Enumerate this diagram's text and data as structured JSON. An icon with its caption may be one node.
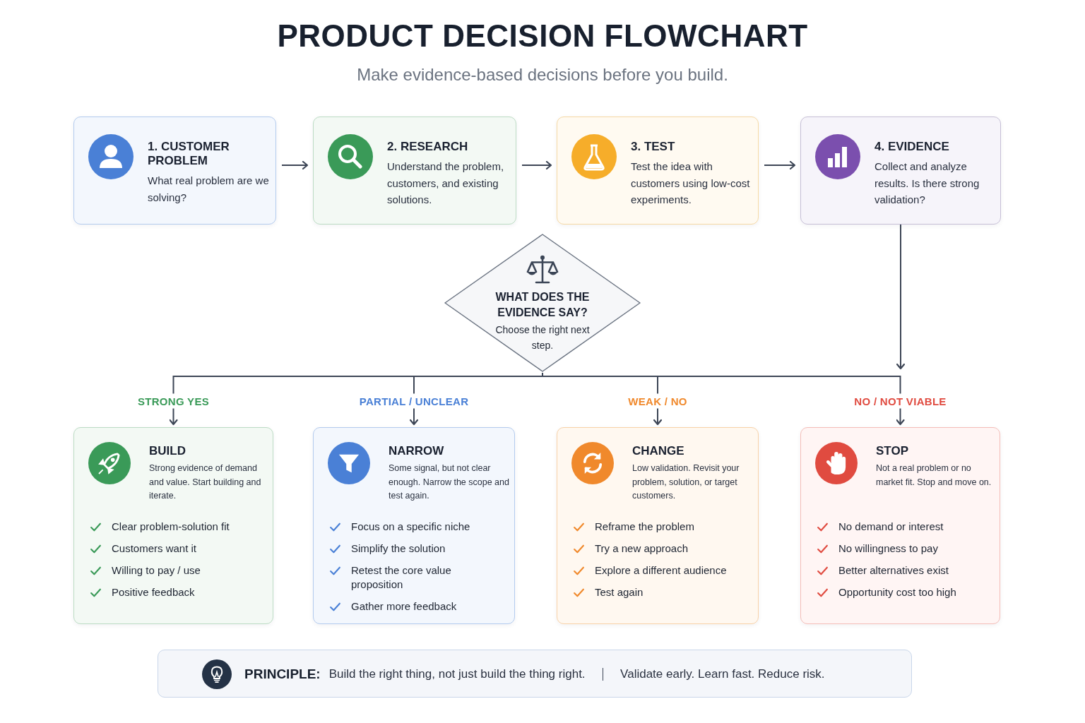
{
  "diagram": {
    "title": "PRODUCT DECISION FLOWCHART",
    "caption": "Make evidence-based decisions before you build.",
    "nodes": [
      {
        "text": [
          "1. CUSTOMER PROBLEM",
          "What real problem are we solving?"
        ]
      },
      {
        "text": [
          "2. RESEARCH",
          "Understand the problem, customers, and existing solutions."
        ]
      },
      {
        "text": [
          "3. TEST",
          "Test the idea with customers using low-cost experiments."
        ]
      },
      {
        "text": [
          "4. EVIDENCE",
          "Collect and analyze results. Is there strong validation?"
        ]
      },
      {
        "text": [
          "WHAT DOES THE EVIDENCE SAY?",
          "Choose the right next step."
        ]
      },
      {
        "text": [
          "BUILD",
          "Strong evidence of demand and value. Start building and iterate.",
          "Clear problem-solution fit",
          "Customers want it",
          "Willing to pay / use",
          "Positive feedback"
        ]
      },
      {
        "text": [
          "NARROW",
          "Some signal, but not clear enough. Narrow the scope and test again.",
          "Focus on a specific niche",
          "Simplify the solution",
          "Retest the core value proposition",
          "Gather more feedback"
        ]
      },
      {
        "text": [
          "CHANGE",
          "Low validation. Revisit your problem, solution, or target customers.",
          "Reframe the problem",
          "Try a new approach",
          "Explore a different audience",
          "Test again"
        ]
      },
      {
        "text": [
          "STOP",
          "Not a real problem or no market fit. Stop and move on.",
          "No demand or interest",
          "No willingness to pay",
          "Better alternatives exist",
          "Opportunity cost too high"
        ]
      },
      {
        "text": [
          "PRINCIPLE:",
          "Build the right thing, not just build the thing right.",
          "Validate early. Learn fast. Reduce risk."
        ]
      }
    ],
    "edges": [
      {
        "from": 0,
        "to": 1,
        "arrow": "to"
      },
      {
        "from": 1,
        "to": 2,
        "arrow": "to"
      },
      {
        "from": 2,
        "to": 3,
        "arrow": "to"
      },
      {
        "from": 3,
        "to": null,
        "arrow": "to"
      },
      {
        "from": 4,
        "to": 5,
        "arrow": "to",
        "label": "STRONG YES"
      },
      {
        "from": 4,
        "to": 6,
        "arrow": "to",
        "label": "PARTIAL / UNCLEAR"
      },
      {
        "from": 4,
        "to": 7,
        "arrow": "to",
        "label": "WEAK / NO"
      },
      {
        "from": 4,
        "to": 8,
        "arrow": "to",
        "label": "NO / NOT VIABLE"
      }
    ]
  }
}
